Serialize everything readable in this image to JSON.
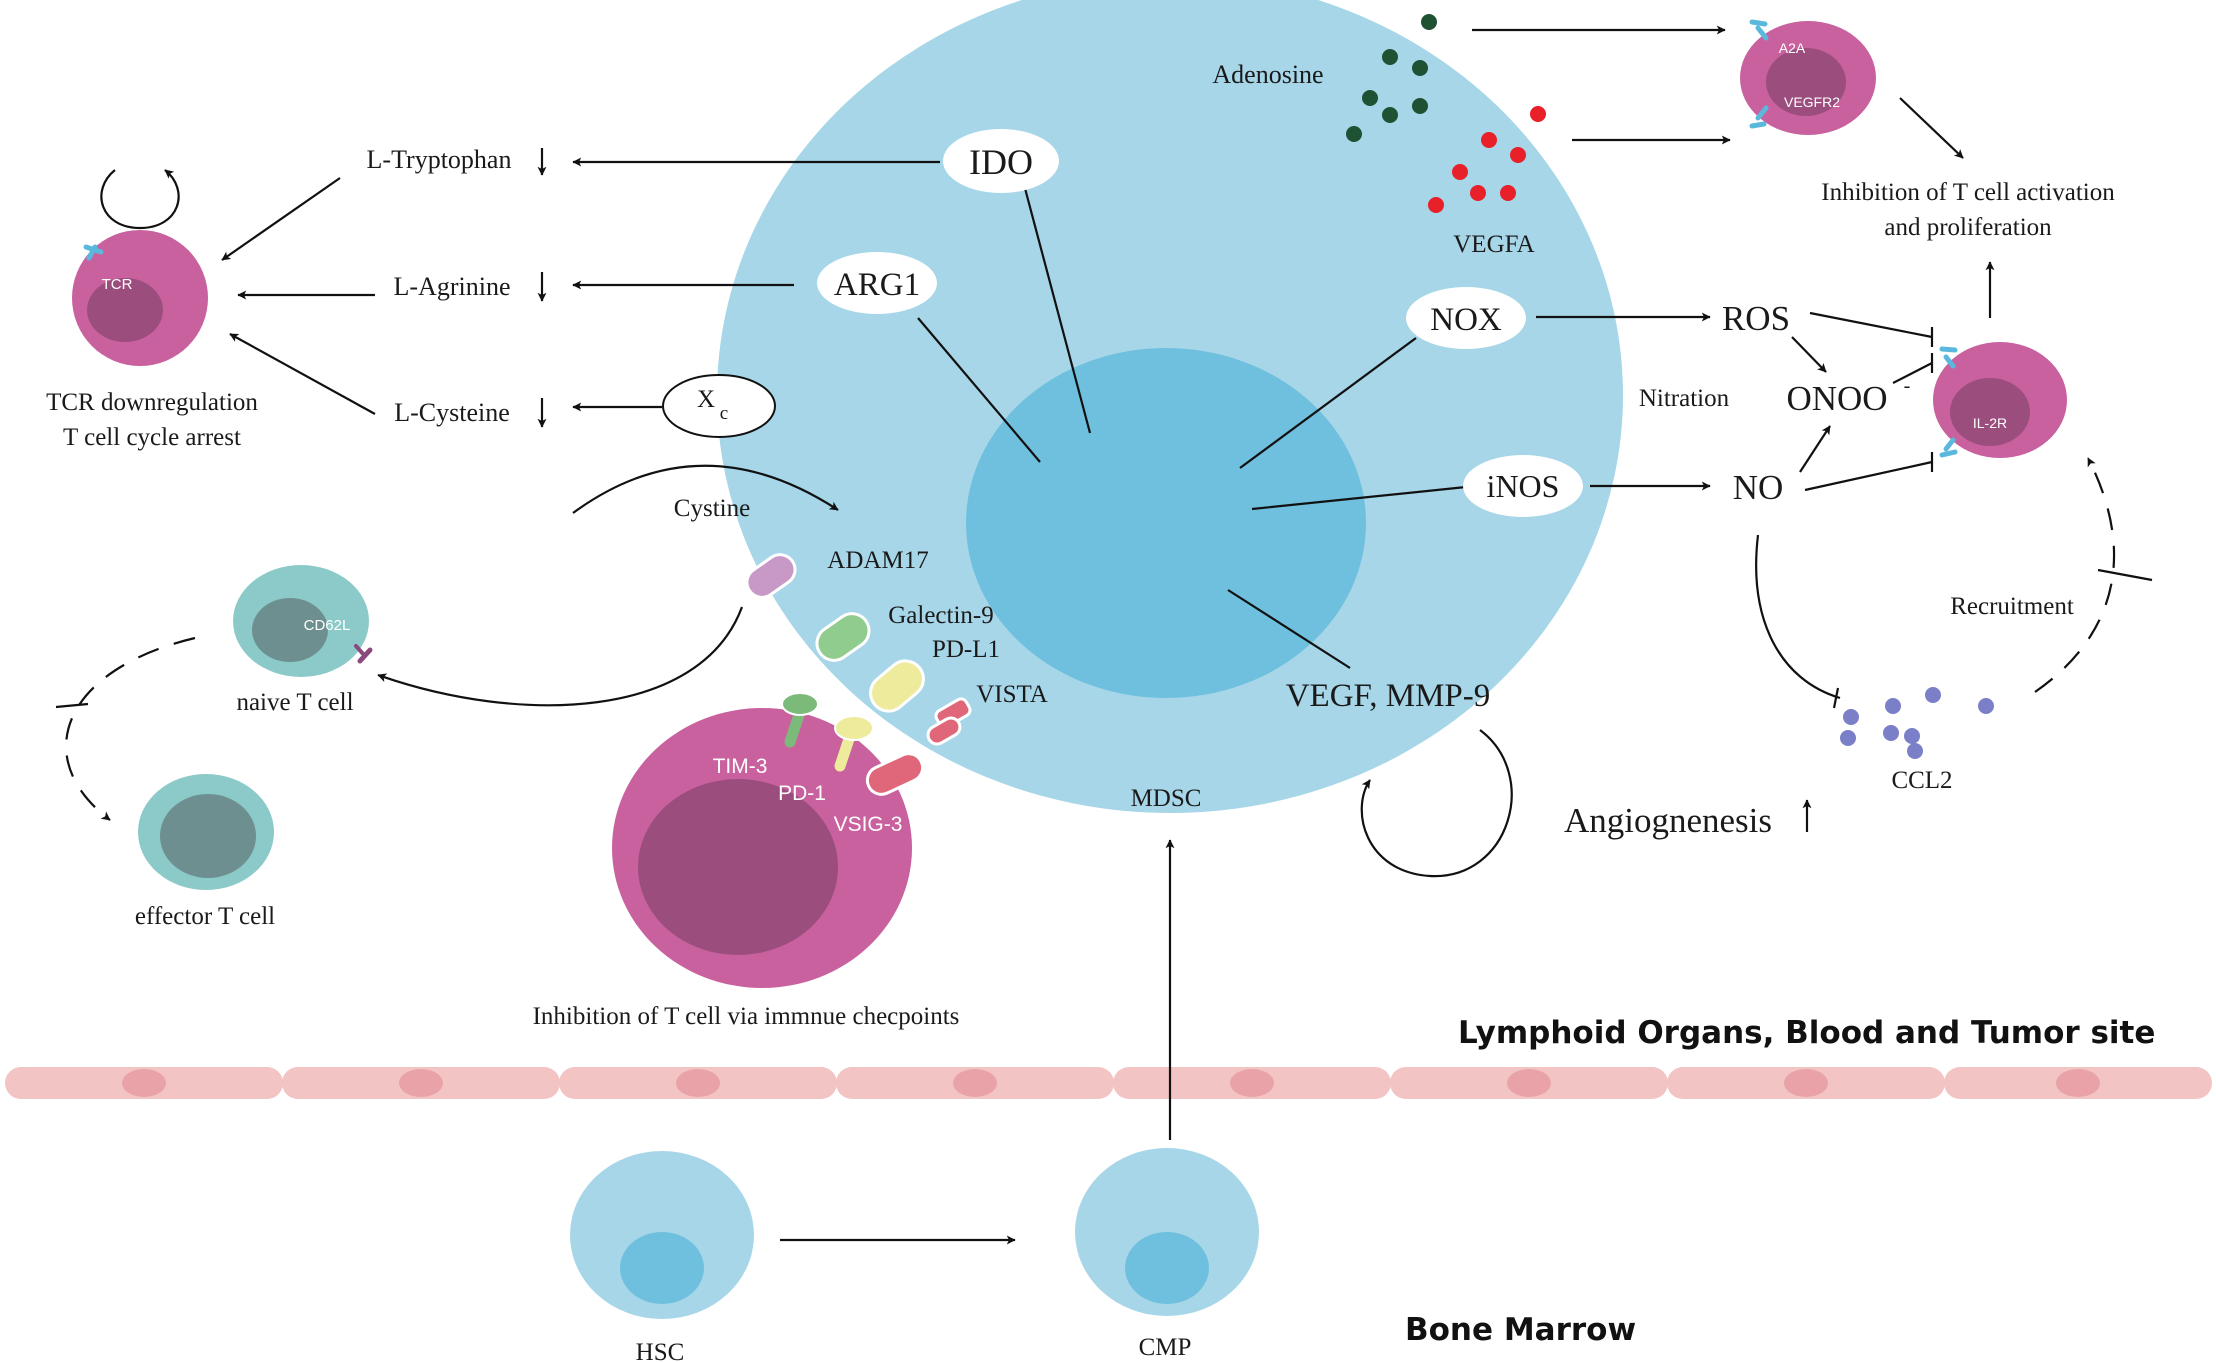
{
  "mdsc": {
    "label": "MDSC",
    "enzymes": {
      "ido": "IDO",
      "arg1": "ARG1",
      "nox": "NOX",
      "inos": "iNOS",
      "xc": "X",
      "xc_sub": "c"
    },
    "secreted": "VEGF, MMP-9"
  },
  "metabolites": {
    "tryptophan": "L-Tryptophan",
    "agrinine": "L-Agrinine",
    "cysteine": "L-Cysteine",
    "cystine": "Cystine"
  },
  "tcell_arrest": {
    "receptor": "TCR",
    "caption_line1": "TCR downregulation",
    "caption_line2": "T cell cycle arrest"
  },
  "adenosine_block": {
    "adenosine": "Adenosine",
    "vegfa": "VEGFA",
    "a2a": "A2A",
    "vegfr2": "VEGFR2",
    "result_line1": "Inhibition of T cell activation",
    "result_line2": "and proliferation"
  },
  "ros_block": {
    "ros": "ROS",
    "onoo": "ONOO",
    "onoo_sup": "-",
    "no": "NO",
    "nitration": "Nitration",
    "il2r": "IL-2R",
    "recruitment": "Recruitment",
    "ccl2": "CCL2"
  },
  "angiogenesis": "Angiognenesis",
  "checkpoints": {
    "adam17": "ADAM17",
    "galectin9": "Galectin-9",
    "pdl1": "PD-L1",
    "vista": "VISTA",
    "tim3": "TIM-3",
    "pd1": "PD-1",
    "vsig3": "VSIG-3",
    "caption": "Inhibition of T cell via immnue checpoints"
  },
  "naive": {
    "cd62l": "CD62L",
    "label": "naive T cell",
    "effector": "effector T cell"
  },
  "regions": {
    "upper": "Lymphoid Organs, Blood and Tumor site",
    "lower": "Bone Marrow"
  },
  "bone_marrow": {
    "hsc": "HSC",
    "cmp": "CMP"
  },
  "colors": {
    "mdsc_outer": "#a6d6e8",
    "mdsc_inner": "#6fc0de",
    "tcell_magenta": "#c9619f",
    "tcell_nucleus": "#9b4d7e",
    "naive_teal": "#8ccac9",
    "naive_nucleus": "#6e8f8f",
    "adenosine_dot": "#1f5233",
    "vegfa_dot": "#e8202a",
    "ccl2_dot": "#7b7fc8",
    "vessel": "#f2c4c4"
  }
}
